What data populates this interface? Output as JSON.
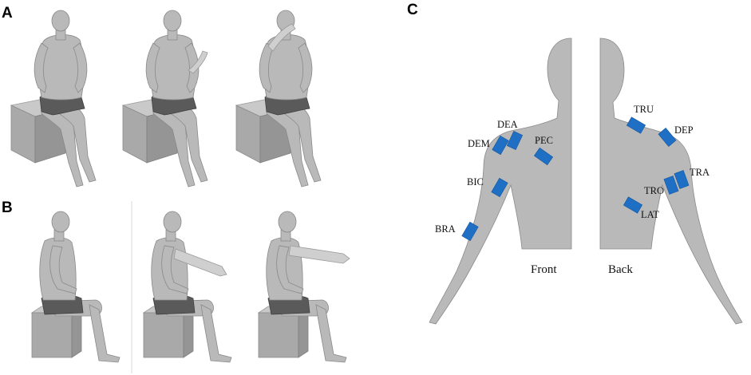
{
  "panels": {
    "a": "A",
    "b": "B",
    "c": "C"
  },
  "views": {
    "front": "Front",
    "back": "Back"
  },
  "muscles": {
    "dea": "DEA",
    "dem": "DEM",
    "pec": "PEC",
    "bic": "BIC",
    "bra": "BRA",
    "tru": "TRU",
    "dep": "DEP",
    "tra": "TRA",
    "tro": "TRO",
    "lat": "LAT"
  },
  "colors": {
    "electrode": "#1f6fc5",
    "figure": "#b9b9b9"
  }
}
